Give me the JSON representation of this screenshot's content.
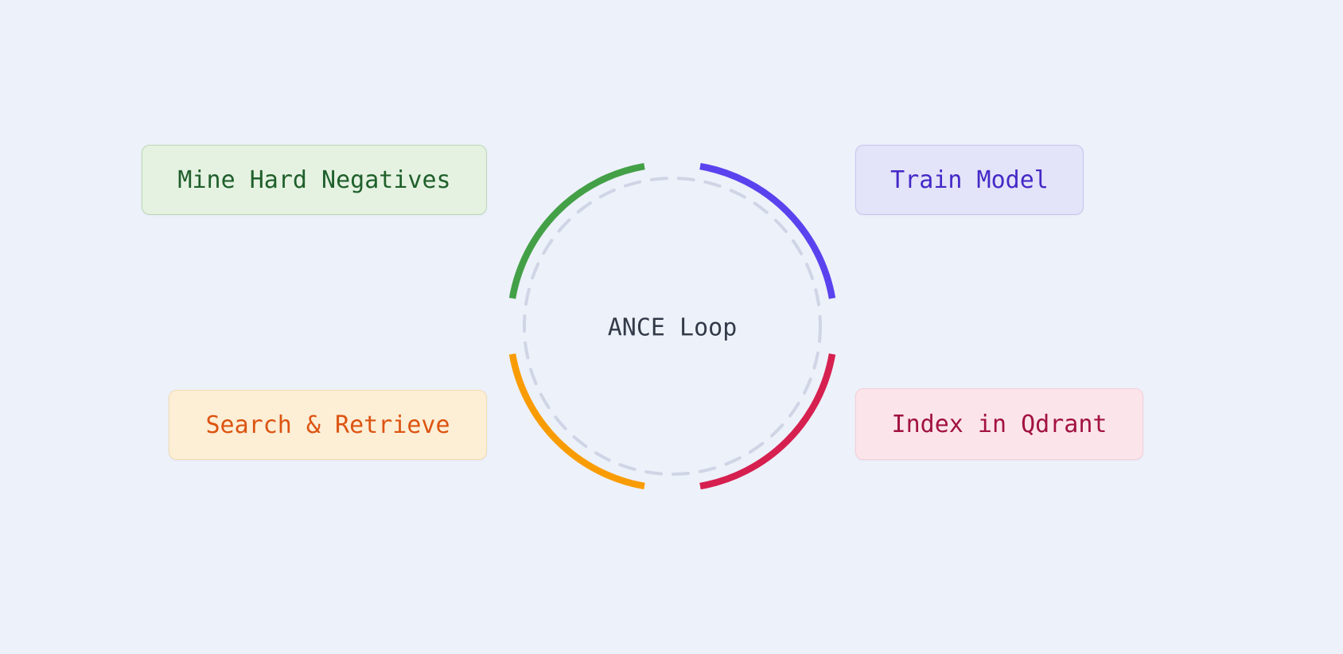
{
  "diagram": {
    "background": "#edf1fa",
    "center_label": "ANCE Loop",
    "center_label_color": "#333a48",
    "ring": {
      "dash_color": "#cfd5e5"
    },
    "arcs": [
      {
        "position": "top-left",
        "color": "#43a047"
      },
      {
        "position": "top-right",
        "color": "#5a43ee"
      },
      {
        "position": "bottom-left",
        "color": "#f99c04"
      },
      {
        "position": "bottom-right",
        "color": "#d6204f"
      }
    ],
    "nodes": [
      {
        "id": "mine-hard-negatives",
        "label": "Mine Hard Negatives",
        "bg": "#e5f2e1",
        "border": "#bcd9b3",
        "text_color": "#1f5f2b"
      },
      {
        "id": "train-model",
        "label": "Train Model",
        "bg": "#e3e3f9",
        "border": "#c6c6f0",
        "text_color": "#4529c7"
      },
      {
        "id": "search-retrieve",
        "label": "Search & Retrieve",
        "bg": "#fdeed6",
        "border": "#f3dcb0",
        "text_color": "#dc5411"
      },
      {
        "id": "index-qdrant",
        "label": "Index in Qdrant",
        "bg": "#fce5ea",
        "border": "#f7ced8",
        "text_color": "#a21243"
      }
    ]
  }
}
